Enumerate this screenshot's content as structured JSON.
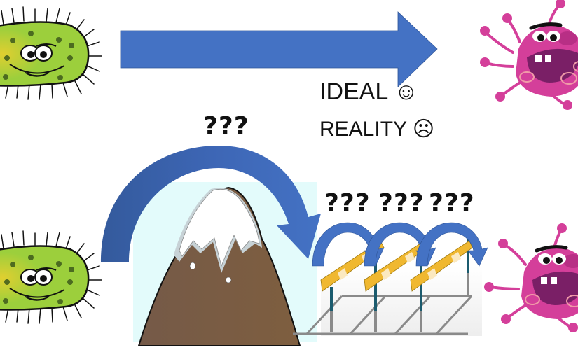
{
  "labels": {
    "ideal": "IDEAL ☺",
    "reality": "REALITY ☹"
  },
  "questions": {
    "mountain": "???",
    "hurdle_1": "???",
    "hurdle_2": "???",
    "hurdle_3": "???"
  },
  "colors": {
    "arrow_blue": "#4472c4",
    "arrow_blue_dark": "#345a9c",
    "bacteria_green": "#9ccf3c",
    "virus_pink": "#d43f9a",
    "mountain_brown": "#7a5a42",
    "sky_cyan": "#e3fbfb",
    "hurdle_yellow": "#f0b830",
    "divider": "#9fb8dd"
  },
  "sections": {
    "top": "ideal path",
    "bottom": "reality path"
  }
}
